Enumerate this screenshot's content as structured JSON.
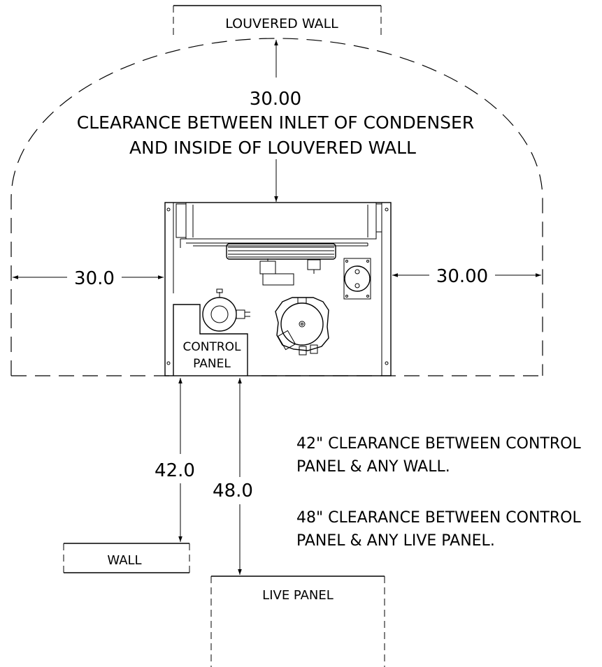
{
  "labels": {
    "louvered_wall": "LOUVERED WALL",
    "wall": "WALL",
    "live_panel": "LIVE PANEL",
    "control_panel_line1": "CONTROL",
    "control_panel_line2": "PANEL"
  },
  "dimensions": {
    "top": "30.00",
    "left": "30.0",
    "right": "30.00",
    "wall": "42.0",
    "live_panel": "48.0"
  },
  "notes": {
    "top_line1": "CLEARANCE BETWEEN INLET OF CONDENSER",
    "top_line2": "AND INSIDE OF LOUVERED WALL",
    "wall_line1": "42\" CLEARANCE BETWEEN CONTROL",
    "wall_line2": "PANEL & ANY WALL.",
    "live_line1": "48\" CLEARANCE BETWEEN CONTROL",
    "live_line2": "PANEL & ANY LIVE PANEL."
  }
}
